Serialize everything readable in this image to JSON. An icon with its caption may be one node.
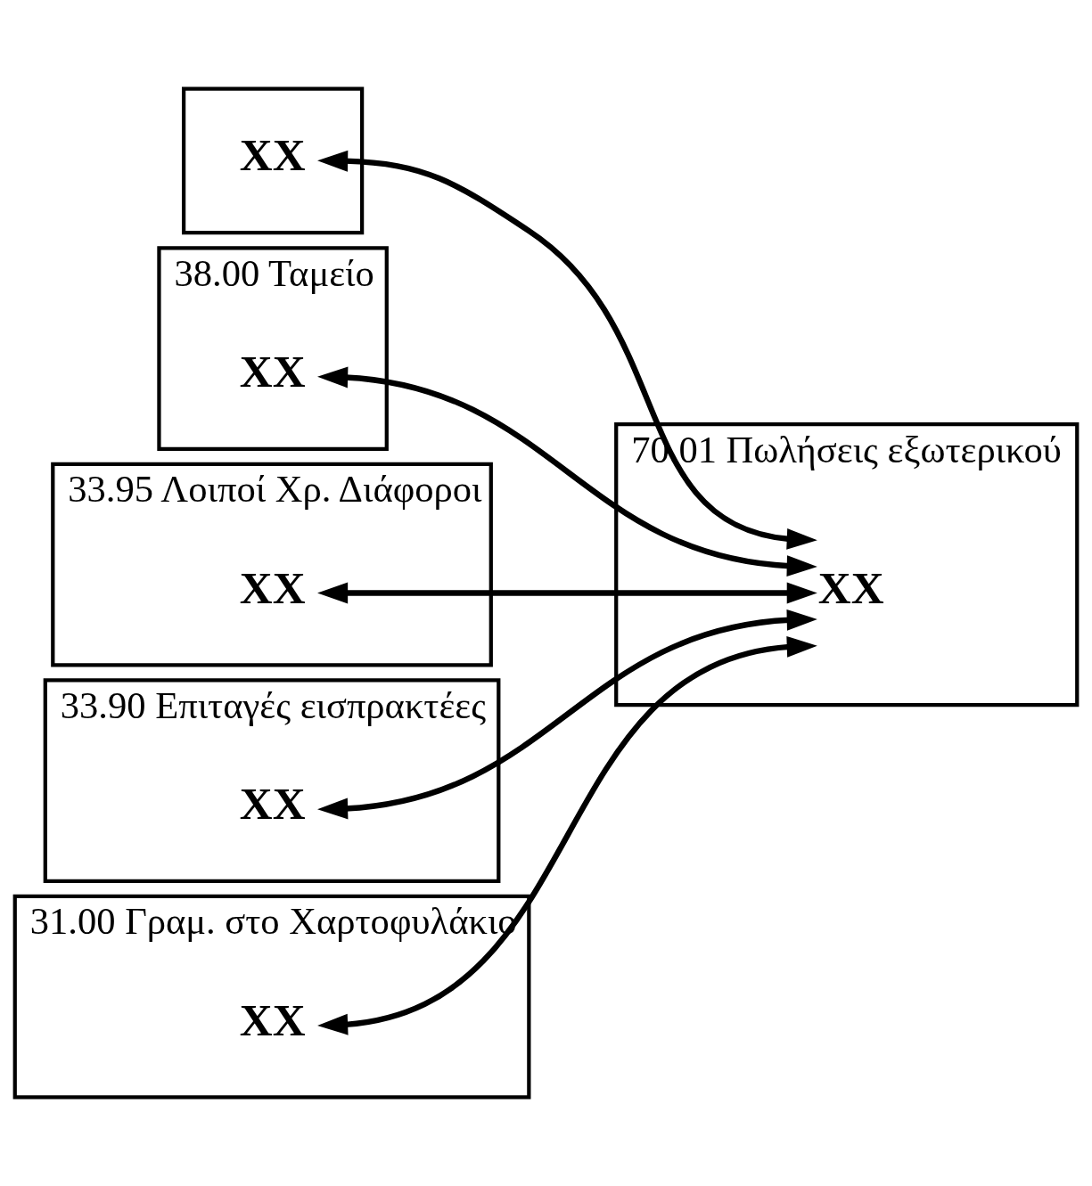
{
  "diagram": {
    "nodes": [
      {
        "text": [],
        "shape": "box"
      },
      {
        "text": [
          "XX"
        ],
        "in": 0
      },
      {
        "text": [
          "38.00 Ταμείο"
        ]
      },
      {
        "text": [
          "XX"
        ],
        "in": 2
      },
      {
        "text": [
          "33.95 Λοιποί Χρ. Διάφοροι"
        ]
      },
      {
        "text": [
          "XX"
        ],
        "in": 4
      },
      {
        "text": [
          "33.90 Επιταγές εισπρακτέες"
        ]
      },
      {
        "text": [
          "XX"
        ],
        "in": 6
      },
      {
        "text": [
          "31.00 Γραμ. στο Χαρτοφυλάκιο"
        ]
      },
      {
        "text": [
          "XX"
        ],
        "in": 8
      },
      {
        "text": [
          "70.01 Πωλήσεις εξωτερικού"
        ]
      },
      {
        "text": [
          "XX"
        ],
        "in": 10
      }
    ],
    "edges": [
      {
        "from": 11,
        "to": 1,
        "arrow": "both"
      },
      {
        "from": 11,
        "to": 3,
        "arrow": "both"
      },
      {
        "from": 11,
        "to": 5,
        "arrow": "both"
      },
      {
        "from": 11,
        "to": 7,
        "arrow": "both"
      },
      {
        "from": 11,
        "to": 9,
        "arrow": "both"
      }
    ]
  }
}
